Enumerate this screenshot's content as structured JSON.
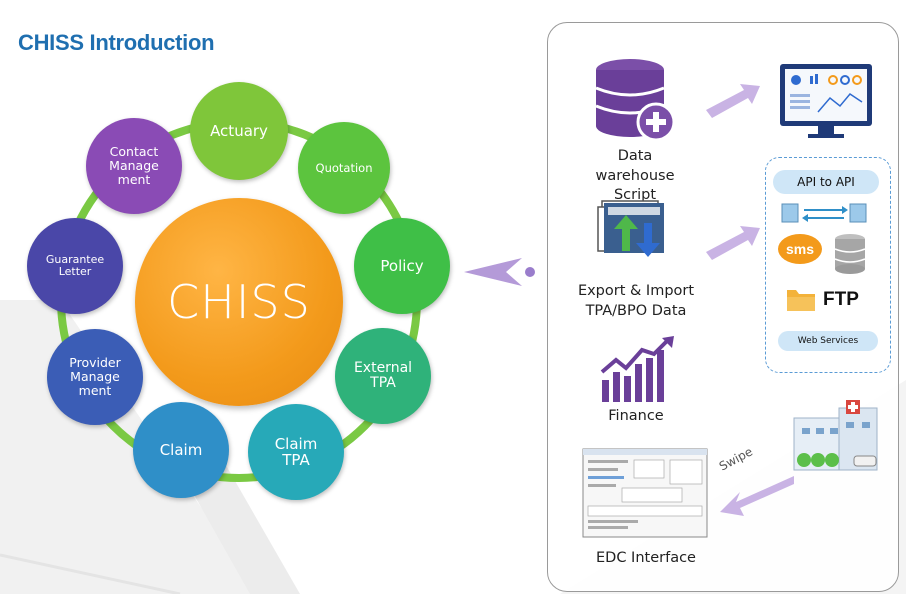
{
  "title": "CHISS Introduction",
  "center": {
    "label": "CHISS"
  },
  "modules": [
    {
      "id": "actuary",
      "label": "Actuary",
      "color": "#7fc63a"
    },
    {
      "id": "quotation",
      "label": "Quotation",
      "color": "#5cc43e"
    },
    {
      "id": "policy",
      "label": "Policy",
      "color": "#3fbf47"
    },
    {
      "id": "external-tpa",
      "label": "External TPA",
      "color": "#2fb27a"
    },
    {
      "id": "claim-tpa",
      "label": "Claim TPA",
      "color": "#27a9b8"
    },
    {
      "id": "claim",
      "label": "Claim",
      "color": "#2f8fc8"
    },
    {
      "id": "provider-management",
      "label": "Provider Manage ment",
      "color": "#3b5db6"
    },
    {
      "id": "guarantee-letter",
      "label": "Guarantee Letter",
      "color": "#4a47a8"
    },
    {
      "id": "contact-management",
      "label": "Contact Manage ment",
      "color": "#8a4bb5"
    }
  ],
  "integrations": {
    "data_warehouse": "Data warehouse Script",
    "export_import": "Export & Import TPA/BPO Data",
    "finance": "Finance",
    "edc_interface": "EDC Interface",
    "api_to_api": "API to API",
    "sms": "sms",
    "ftp": "FTP",
    "web_services": "Web Services",
    "swipe": "Swipe"
  },
  "colors": {
    "title": "#1f6fb0",
    "center": "#f39a1b",
    "arrow": "#b49ad8",
    "ring": "#7ac943"
  }
}
